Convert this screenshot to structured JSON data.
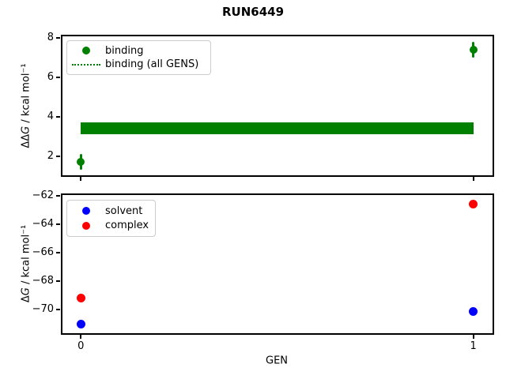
{
  "title": "RUN6449",
  "colors": {
    "binding": "#008000",
    "solvent": "#0000ff",
    "complex": "#ff0000",
    "spine": "#000000",
    "legend_border": "#cccccc"
  },
  "chart_data": [
    {
      "type": "scatter",
      "name": "ddg-vs-gen",
      "ylabel": "ΔΔG / kcal mol⁻¹",
      "ylabel_parts": {
        "prefix": "ΔΔ",
        "variable": "G",
        "rest": " / kcal mol⁻¹"
      },
      "xlim": [
        -0.05,
        1.05
      ],
      "ylim": [
        1.0,
        8.1
      ],
      "yticks": [
        8,
        6,
        4,
        2
      ],
      "xticks": [
        0,
        1
      ],
      "xticklabels": null,
      "grid": false,
      "legend_position": "upper left",
      "series": [
        {
          "name": "binding",
          "style": "errorbar-scatter",
          "color": "#008000",
          "marker_size": 10,
          "points": [
            {
              "x": 0,
              "y": 1.7,
              "yerr": 0.4
            },
            {
              "x": 1,
              "y": 7.4,
              "yerr": 0.4
            }
          ]
        },
        {
          "name": "binding (all GENS)",
          "style": "hband",
          "color": "#008000",
          "y": 3.4,
          "yerr": 0.3,
          "xspan": [
            0,
            1
          ]
        }
      ],
      "legend": [
        {
          "label": "binding",
          "marker": "circle"
        },
        {
          "label": "binding (all GENS)",
          "marker": "dotted-line"
        }
      ]
    },
    {
      "type": "scatter",
      "name": "dg-vs-gen",
      "xlabel": "GEN",
      "ylabel": "ΔG / kcal mol⁻¹",
      "ylabel_parts": {
        "prefix": "Δ",
        "variable": "G",
        "rest": " / kcal mol⁻¹"
      },
      "xlim": [
        -0.05,
        1.05
      ],
      "ylim": [
        -71.7,
        -61.9
      ],
      "yticks": [
        -62,
        -64,
        -66,
        -68,
        -70
      ],
      "xticks": [
        0,
        1
      ],
      "xticklabels": [
        "0",
        "1"
      ],
      "grid": false,
      "legend_position": "upper left",
      "series": [
        {
          "name": "solvent",
          "style": "scatter",
          "color": "#0000ff",
          "marker_size": 11,
          "points": [
            {
              "x": 0,
              "y": -71.0
            },
            {
              "x": 1,
              "y": -70.1
            }
          ]
        },
        {
          "name": "complex",
          "style": "scatter",
          "color": "#ff0000",
          "marker_size": 11,
          "points": [
            {
              "x": 0,
              "y": -69.2
            },
            {
              "x": 1,
              "y": -62.6
            }
          ]
        }
      ],
      "legend": [
        {
          "label": "solvent",
          "marker": "circle"
        },
        {
          "label": "complex",
          "marker": "circle"
        }
      ]
    }
  ]
}
